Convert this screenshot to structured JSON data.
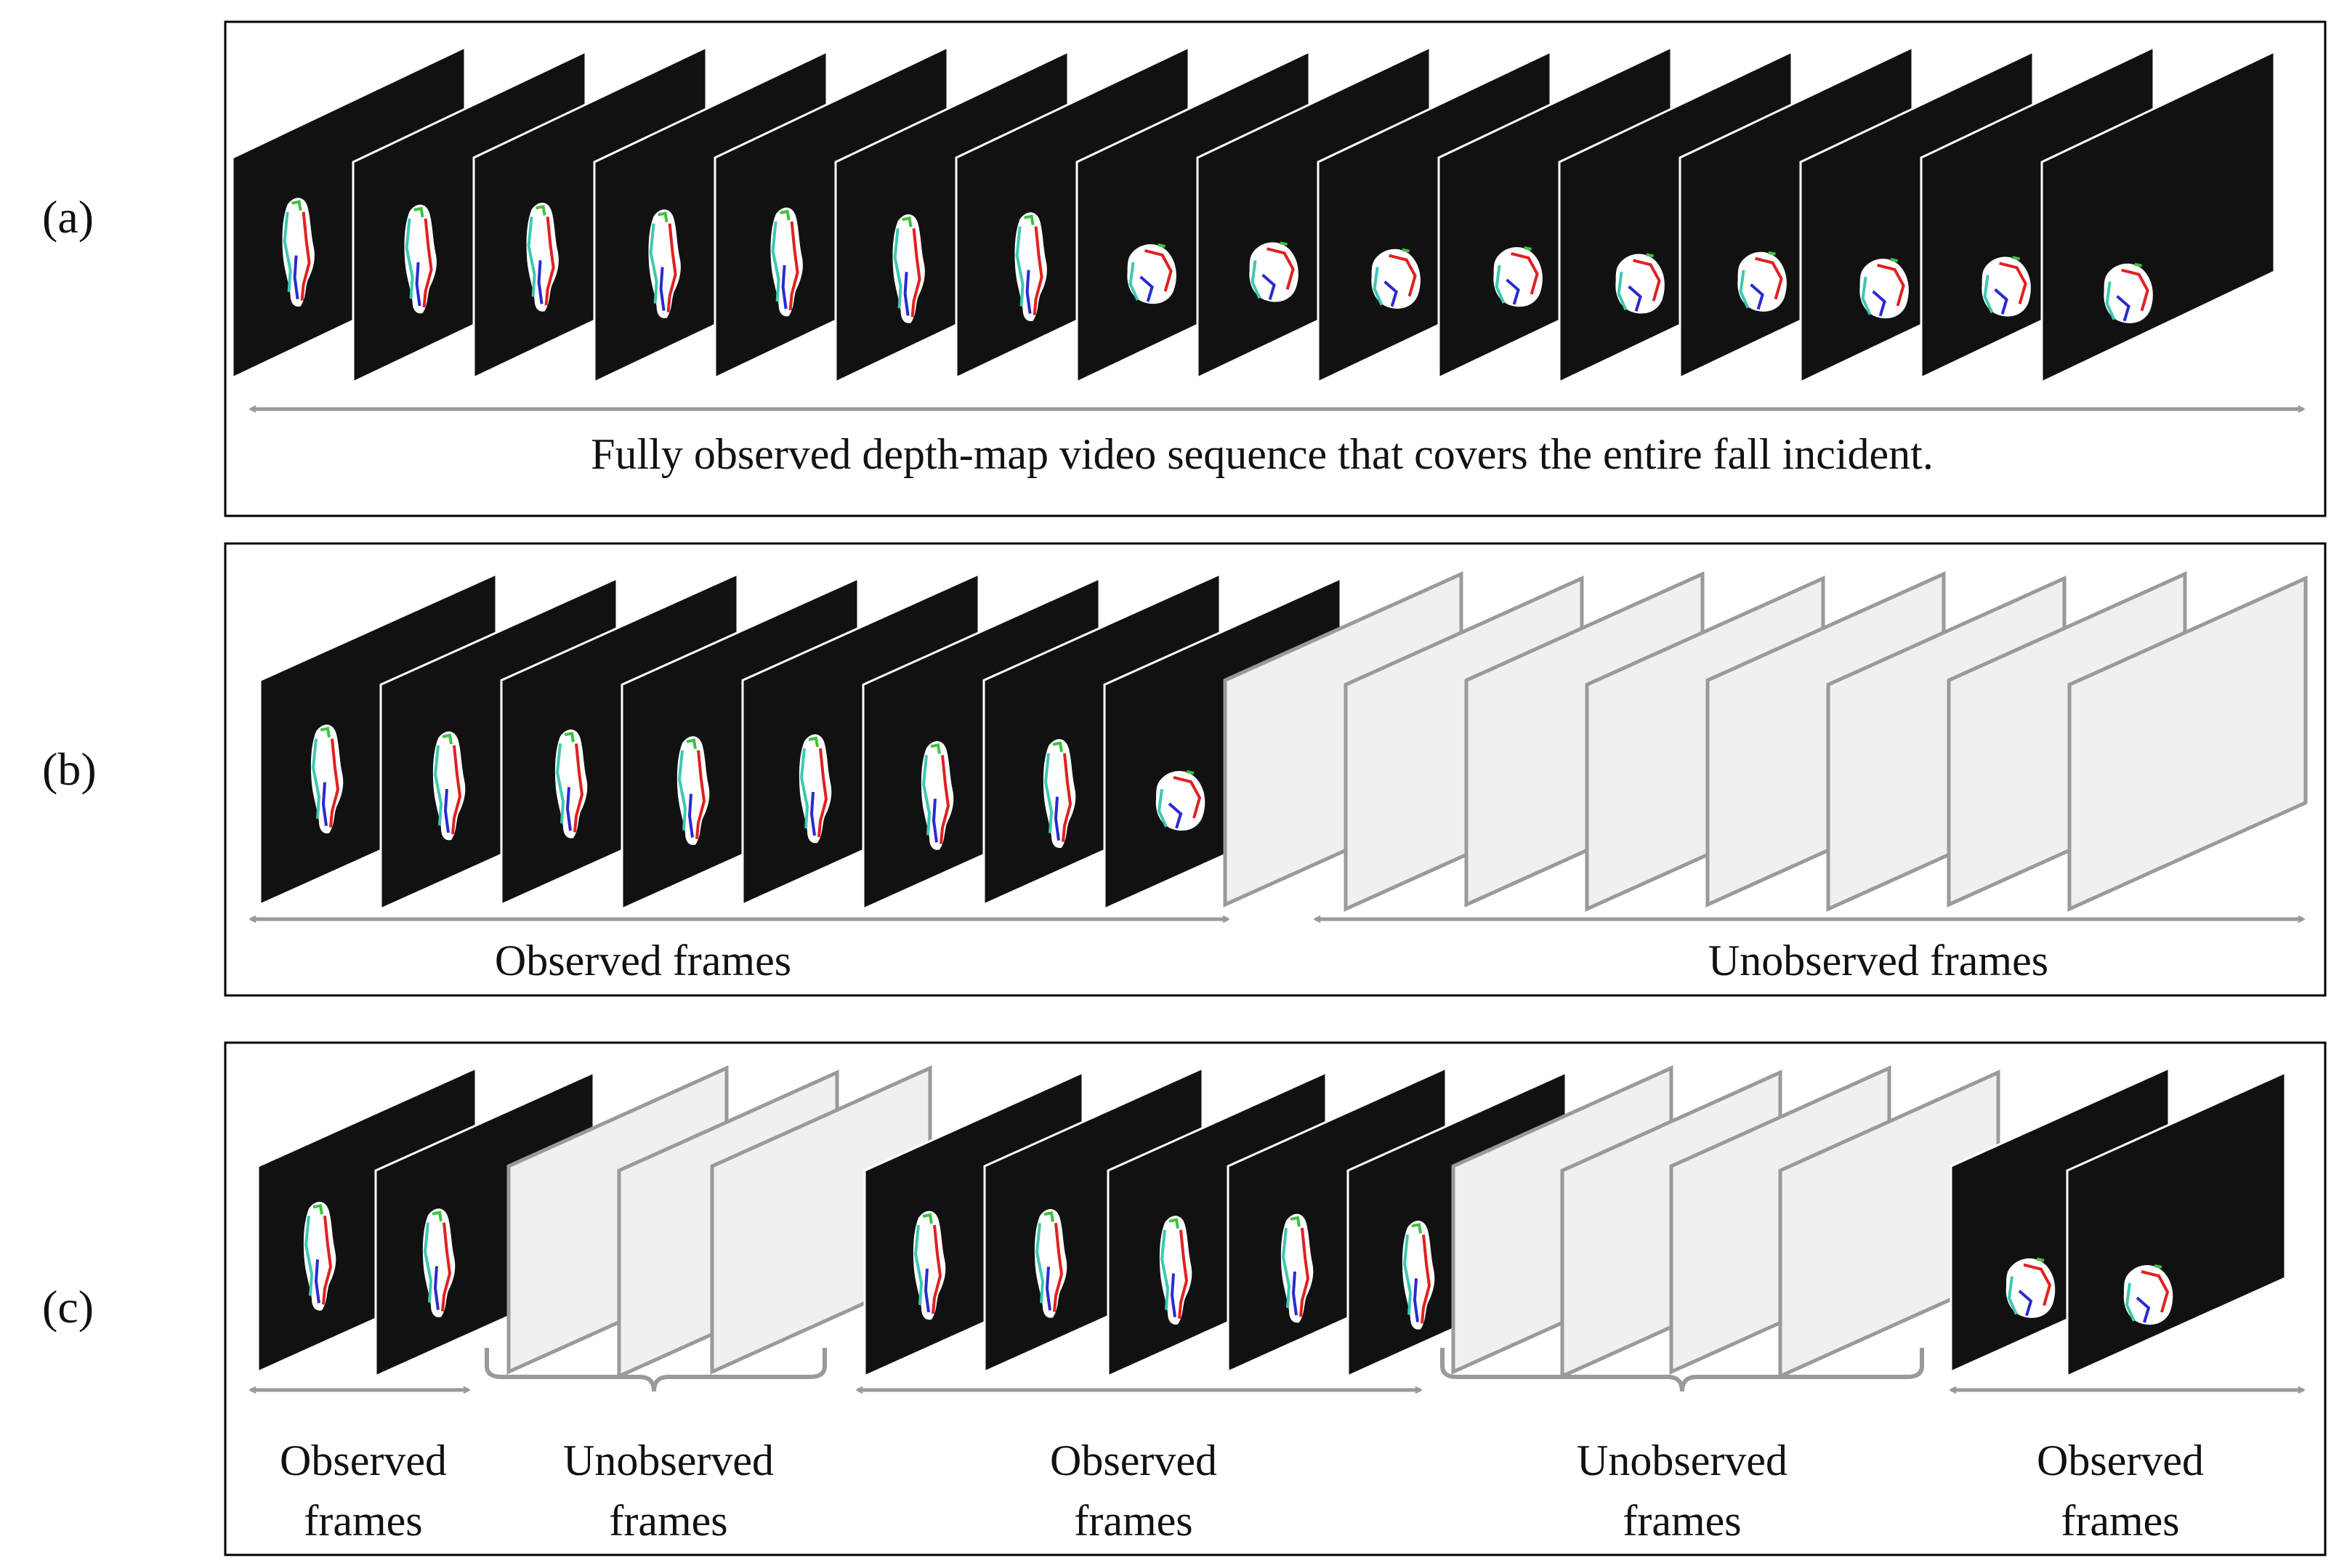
{
  "rows": [
    {
      "label": "(a)",
      "frames": [
        "O",
        "O",
        "O",
        "O",
        "O",
        "O",
        "O",
        "O",
        "O",
        "O",
        "O",
        "O",
        "O",
        "O",
        "O",
        "O"
      ],
      "captions": [
        "Fully observed depth-map video sequence that covers the entire fall incident."
      ]
    },
    {
      "label": "(b)",
      "frames": [
        "O",
        "O",
        "O",
        "O",
        "O",
        "O",
        "O",
        "O",
        "U",
        "U",
        "U",
        "U",
        "U",
        "U",
        "U",
        "U"
      ],
      "captions": [
        "Observed frames",
        "Unobserved frames"
      ]
    },
    {
      "label": "(c)",
      "frames": [
        "O",
        "O",
        "U",
        "U",
        "U",
        "O",
        "O",
        "O",
        "O",
        "O",
        "U",
        "U",
        "U",
        "U",
        "O",
        "O"
      ],
      "captions": [
        "Observed frames",
        "Unobserved frames",
        "Observed frames",
        "Unobserved frames",
        "Observed frames"
      ]
    }
  ],
  "colors": {
    "observed_frame": "#111111",
    "unobserved_frame_fill": "#f0f0f0",
    "unobserved_frame_stroke": "#9a9a9a",
    "arrow": "#9a9a9a",
    "border": "#000000",
    "skeleton": [
      "#3cc9b0",
      "#e02020",
      "#2a2ad0",
      "#40c040"
    ]
  },
  "figure_type": "fall-incident video sequence observation scenarios"
}
